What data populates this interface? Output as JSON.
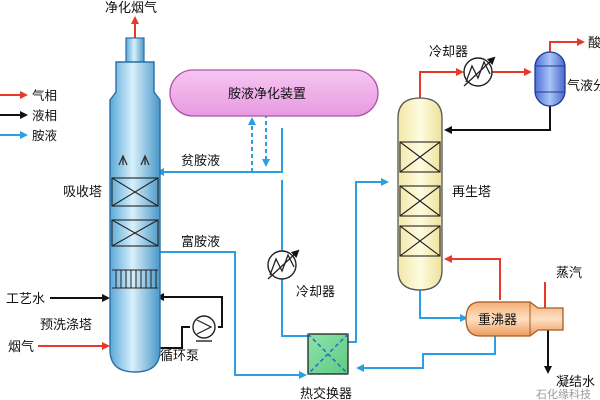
{
  "legend": [
    {
      "label": "气相",
      "color": "#e8382c"
    },
    {
      "label": "液相",
      "color": "#111111"
    },
    {
      "label": "胺液",
      "color": "#2aa0e0"
    }
  ],
  "labels": {
    "clean_gas": "净化烟气",
    "purifier": "胺液净化装置",
    "lean_amine": "贫胺液",
    "rich_amine": "富胺液",
    "absorber": "吸收塔",
    "regenerator": "再生塔",
    "cooler_top": "冷却器",
    "cooler_mid": "冷却器",
    "separator": "气液分",
    "acid_gas": "酸",
    "process_water": "工艺水",
    "prewash": "预洗涤塔",
    "flue_gas": "烟气",
    "pump": "循环泵",
    "heat_exchanger": "热交换器",
    "reboiler": "重沸器",
    "steam": "蒸汽",
    "condensate": "凝结水",
    "watermark": "石化缘科技"
  }
}
